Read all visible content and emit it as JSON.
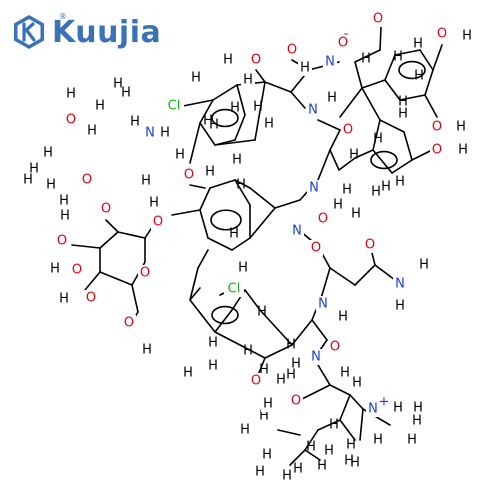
{
  "logo": {
    "text": "Kuujia",
    "registered": "®",
    "icon": "hexagon-k-icon",
    "color": "#3a72b8"
  },
  "molecule": {
    "colors": {
      "carbon_bond": "#000000",
      "O": "#e8000d",
      "N": "#1e3fd1",
      "Cl": "#18b018",
      "H": "#000000"
    },
    "labels": [
      {
        "id": "o-carboxylate-1",
        "text": "O",
        "el": "O"
      },
      {
        "id": "o-carboxylate-charge",
        "text": "-",
        "el": "O"
      },
      {
        "id": "o-carboxylate-2",
        "text": "O",
        "el": "O"
      },
      {
        "id": "oh-top-right",
        "text": "O",
        "el": "O"
      },
      {
        "id": "h-oh-top-right",
        "text": "H",
        "el": "H"
      },
      {
        "id": "n-amide-top",
        "text": "N",
        "el": "N"
      },
      {
        "id": "h-n-amide-top",
        "text": "H",
        "el": "H"
      },
      {
        "id": "o-amide-top",
        "text": "O",
        "el": "O"
      },
      {
        "id": "o-hydroxy-top",
        "text": "O",
        "el": "O"
      },
      {
        "id": "h-hydroxy-top",
        "text": "H",
        "el": "H"
      },
      {
        "id": "h-hydroxy-top-2",
        "text": "H",
        "el": "H"
      },
      {
        "id": "cl-top",
        "text": "Cl",
        "el": "Cl"
      },
      {
        "id": "n-amide-mid",
        "text": "N",
        "el": "N"
      },
      {
        "id": "h-n-amide-mid",
        "text": "H",
        "el": "H"
      },
      {
        "id": "o-amide-mid",
        "text": "O",
        "el": "O"
      },
      {
        "id": "oh-mid-right",
        "text": "O",
        "el": "O"
      },
      {
        "id": "h-oh-mid-right",
        "text": "H",
        "el": "H"
      },
      {
        "id": "oh-mid-right-2",
        "text": "O",
        "el": "O"
      },
      {
        "id": "h-oh-mid-right-2",
        "text": "H",
        "el": "H"
      },
      {
        "id": "n-sugar",
        "text": "N",
        "el": "N"
      },
      {
        "id": "h-n-sugar",
        "text": "H",
        "el": "H"
      },
      {
        "id": "o-sugar-oh",
        "text": "O",
        "el": "O"
      },
      {
        "id": "h-sugar-oh",
        "text": "H",
        "el": "H"
      },
      {
        "id": "o-sugar-ring-1",
        "text": "O",
        "el": "O"
      },
      {
        "id": "o-ether-1",
        "text": "O",
        "el": "O"
      },
      {
        "id": "o-glycoside",
        "text": "O",
        "el": "O"
      },
      {
        "id": "o-ether-2",
        "text": "O",
        "el": "O"
      },
      {
        "id": "n-amide-center",
        "text": "N",
        "el": "N"
      },
      {
        "id": "h-n-amide-center",
        "text": "H",
        "el": "H"
      },
      {
        "id": "o-amide-center",
        "text": "O",
        "el": "O"
      },
      {
        "id": "n-amide-center-2",
        "text": "N",
        "el": "N"
      },
      {
        "id": "o-amide-center-2",
        "text": "O",
        "el": "O"
      },
      {
        "id": "o-amide-side",
        "text": "O",
        "el": "O"
      },
      {
        "id": "n-amine-side",
        "text": "N",
        "el": "N"
      },
      {
        "id": "h-amine-side",
        "text": "H",
        "el": "H"
      },
      {
        "id": "h-amine-side-2",
        "text": "H",
        "el": "H"
      },
      {
        "id": "o-sugar2-oh-1",
        "text": "O",
        "el": "O"
      },
      {
        "id": "h-sugar2-oh-1",
        "text": "H",
        "el": "H"
      },
      {
        "id": "o-sugar2-ring",
        "text": "O",
        "el": "O"
      },
      {
        "id": "o-sugar2-oh-2",
        "text": "O",
        "el": "O"
      },
      {
        "id": "h-sugar2-oh-2",
        "text": "H",
        "el": "H"
      },
      {
        "id": "o-sugar2-oh-3",
        "text": "O",
        "el": "O"
      },
      {
        "id": "h-sugar2-oh-3",
        "text": "H",
        "el": "H"
      },
      {
        "id": "o-sugar2-ch2oh",
        "text": "O",
        "el": "O"
      },
      {
        "id": "h-sugar2-ch2oh",
        "text": "H",
        "el": "H"
      },
      {
        "id": "cl-bottom",
        "text": "Cl",
        "el": "Cl"
      },
      {
        "id": "n-amide-lower",
        "text": "N",
        "el": "N"
      },
      {
        "id": "h-n-amide-lower",
        "text": "H",
        "el": "H"
      },
      {
        "id": "o-amide-lower",
        "text": "O",
        "el": "O"
      },
      {
        "id": "n-amide-bottom",
        "text": "N",
        "el": "N"
      },
      {
        "id": "o-amide-bottom",
        "text": "O",
        "el": "O"
      },
      {
        "id": "o-hydroxy-bottom",
        "text": "O",
        "el": "O"
      },
      {
        "id": "h-hydroxy-bottom",
        "text": "H",
        "el": "H"
      },
      {
        "id": "o-amide-bottom-2",
        "text": "O",
        "el": "O"
      },
      {
        "id": "n-quaternary",
        "text": "N",
        "el": "N"
      },
      {
        "id": "n-quaternary-charge",
        "text": "+",
        "el": "N"
      }
    ]
  }
}
